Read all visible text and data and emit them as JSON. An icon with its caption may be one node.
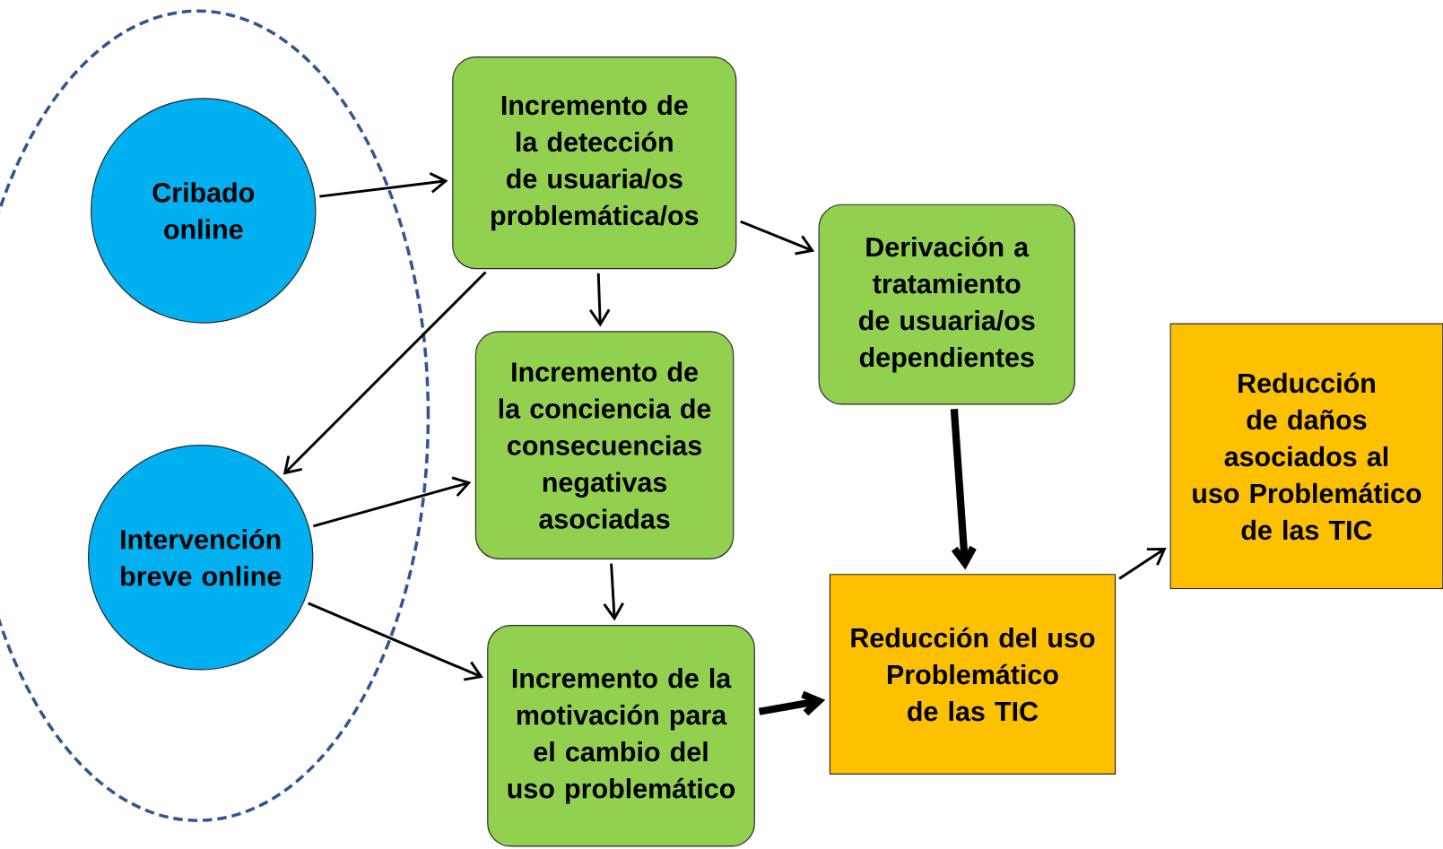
{
  "diagram": {
    "nodes": [
      {
        "text": [],
        "shape": "ellipse"
      },
      {
        "text": [
          "Cribado online"
        ],
        "in": 0
      },
      {
        "text": [
          "Intervención breve online"
        ],
        "in": 0
      },
      {
        "text": [
          "Incremento de la detección de usuaria/os problemática/os"
        ]
      },
      {
        "text": [
          "Incremento de la conciencia de consecuencias negativas asociadas"
        ]
      },
      {
        "text": [
          "Incremento de la motivación para el cambio del uso problemático"
        ]
      },
      {
        "text": [
          "Derivación a tratamiento de usuaria/os dependientes"
        ]
      },
      {
        "text": [
          "Reducción del uso Problemático de las TIC"
        ]
      },
      {
        "text": [
          "Reducción de daños asociados al uso Problemático de las TIC"
        ]
      }
    ],
    "edges": [
      {
        "from": 1,
        "to": 3,
        "arrow": "to"
      },
      {
        "from": 3,
        "to": 2,
        "arrow": "to"
      },
      {
        "from": 3,
        "to": 4,
        "arrow": "to"
      },
      {
        "from": 3,
        "to": 6,
        "arrow": "to"
      },
      {
        "from": 2,
        "to": 4,
        "arrow": "to"
      },
      {
        "from": 2,
        "to": 5,
        "arrow": "to"
      },
      {
        "from": 4,
        "to": 5,
        "arrow": "to"
      },
      {
        "from": 6,
        "to": 7,
        "arrow": "to",
        "style": "thick"
      },
      {
        "from": 5,
        "to": 7,
        "arrow": "to",
        "style": "thick"
      },
      {
        "from": 7,
        "to": 8,
        "arrow": "to"
      }
    ]
  }
}
